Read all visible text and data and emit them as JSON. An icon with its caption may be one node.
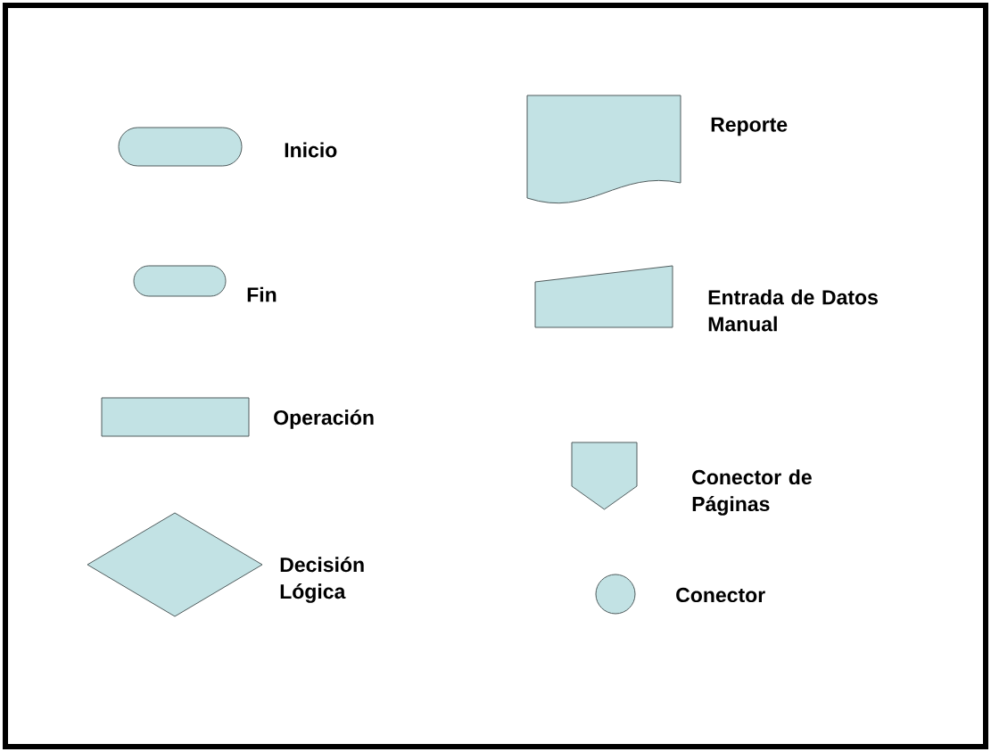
{
  "diagram": {
    "nodes": [
      {
        "text": [],
        "shape": "stadium",
        "beside": [
          "Inicio"
        ]
      },
      {
        "text": [],
        "shape": "stadium",
        "beside": [
          "Fin"
        ]
      },
      {
        "text": [],
        "shape": "box",
        "beside": [
          "Operación"
        ]
      },
      {
        "text": [],
        "shape": "diamond",
        "beside": [
          "Decisión Lógica"
        ]
      },
      {
        "text": [],
        "shape": "document",
        "beside": [
          "Reporte"
        ]
      },
      {
        "text": [],
        "shape": "trapezoid",
        "beside": [
          "Entrada de Datos Manual"
        ]
      },
      {
        "text": [],
        "shape": "pentagon",
        "beside": [
          "Conector de Páginas"
        ]
      },
      {
        "text": [],
        "shape": "circle",
        "beside": [
          "Conector"
        ]
      }
    ]
  }
}
